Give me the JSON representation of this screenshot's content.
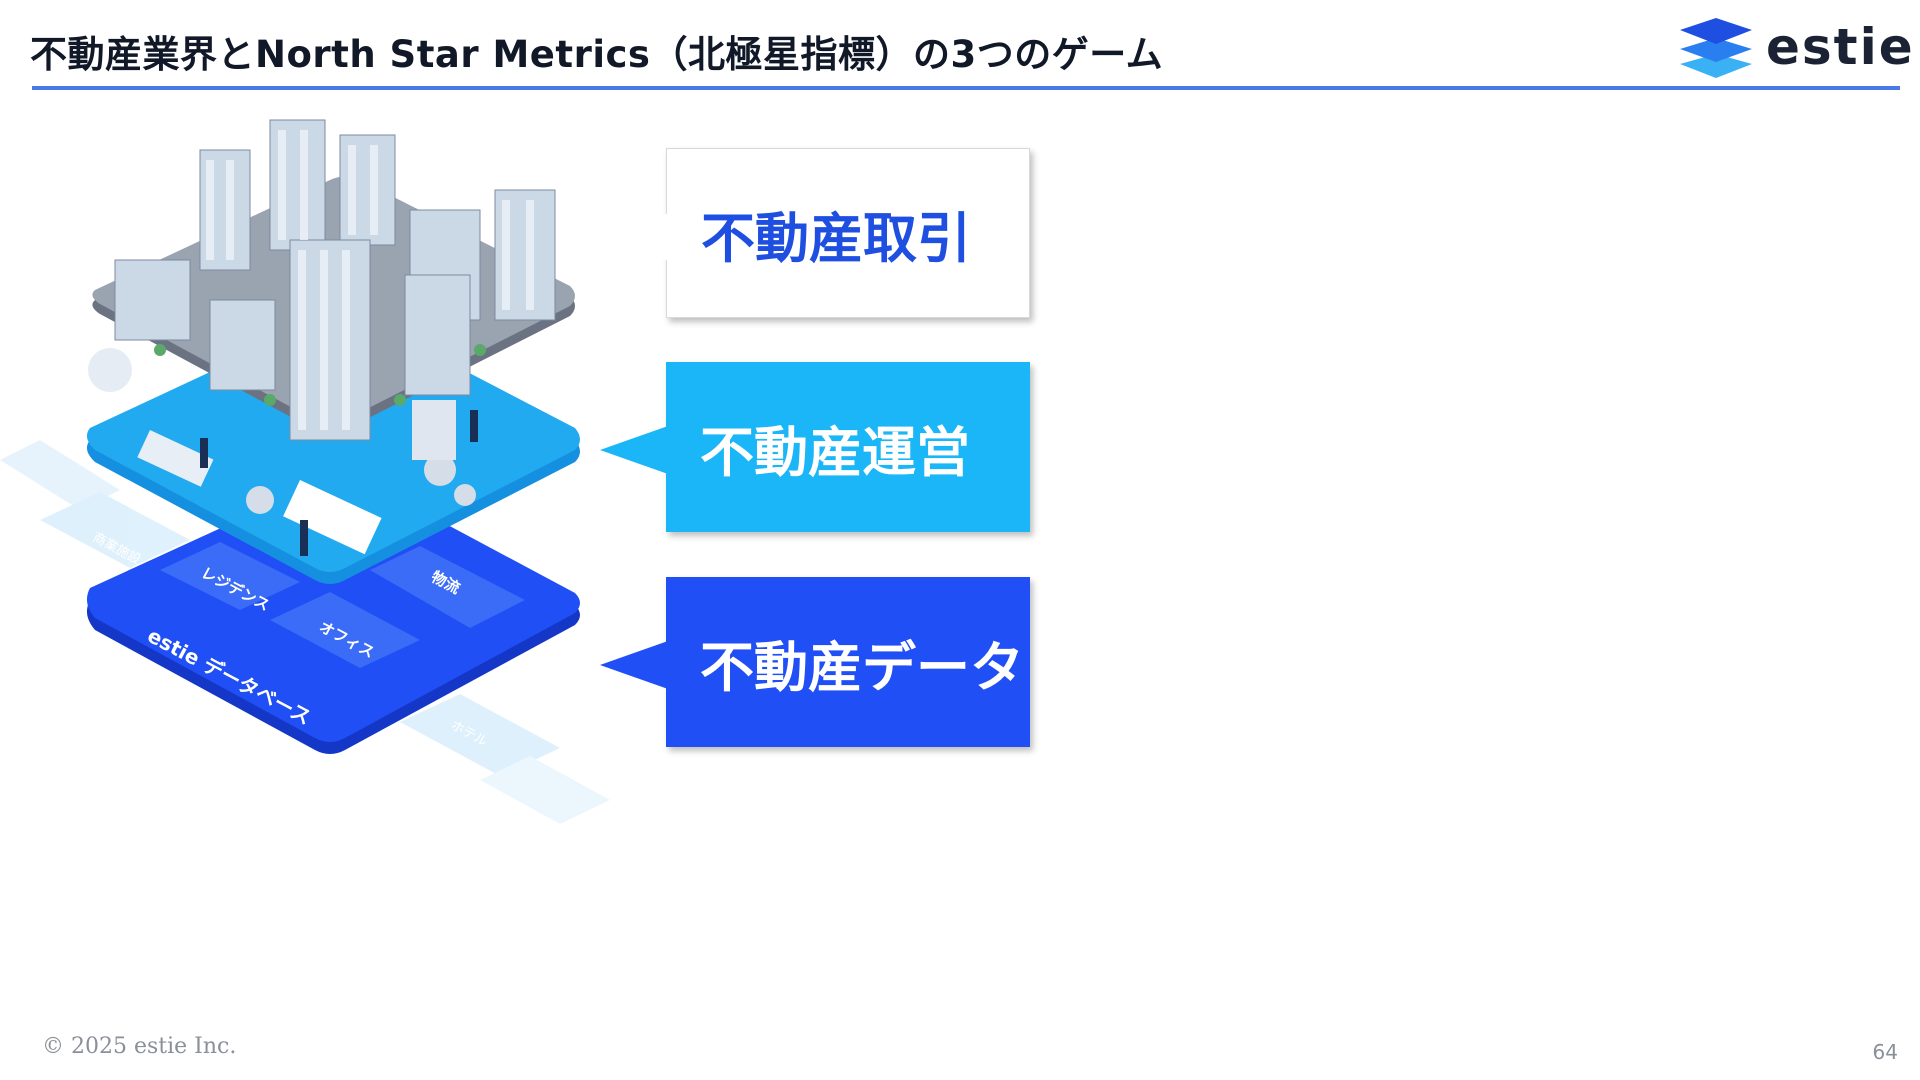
{
  "slide": {
    "title": "不動産業界とNorth Star Metrics（北極星指標）の3つのゲーム",
    "logo_text": "estie",
    "page_number": "64",
    "copyright": "© 2025 estie Inc."
  },
  "illustration": {
    "database_label": "estie データベース",
    "tiles": [
      "レジデンス",
      "物流",
      "オフィス",
      "商業施設",
      "ホテル"
    ]
  },
  "callouts": [
    {
      "label": "不動産取引",
      "color": "#1f4fe0"
    },
    {
      "label": "不動産運営",
      "color": "#1ab6f7"
    },
    {
      "label": "不動産データ",
      "color": "#1f4ff5"
    }
  ],
  "colors": {
    "accent_rule": "#4a7ae6",
    "title_text": "#111827"
  }
}
